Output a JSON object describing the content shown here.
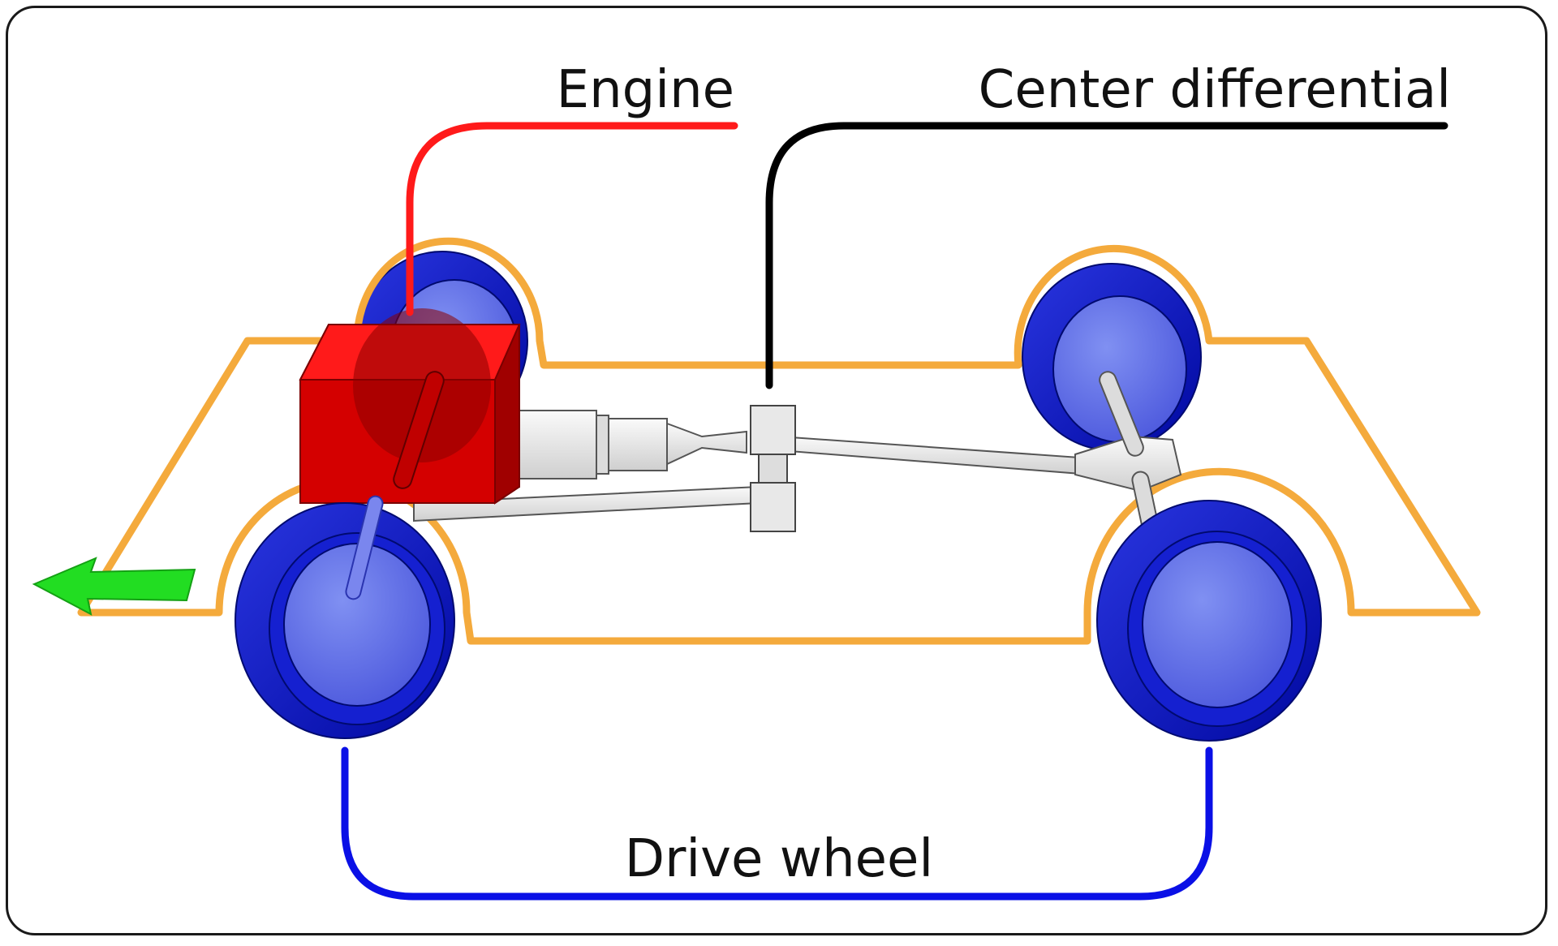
{
  "labels": {
    "engine": "Engine",
    "center_differential": "Center differential",
    "drive_wheel": "Drive wheel"
  },
  "colors": {
    "engine_callout": "#ff1a1a",
    "differential_callout": "#000000",
    "drive_wheel_callout": "#0a10e6",
    "car_outline": "#f4aa3c",
    "engine_block": "#d40000",
    "wheel_rim": "#0a14c8",
    "wheel_hub": "#6a78e8",
    "driveshaft": "#e6e6e6",
    "direction_arrow": "#22dd22"
  },
  "icons": {
    "direction": "arrow-left-icon"
  }
}
